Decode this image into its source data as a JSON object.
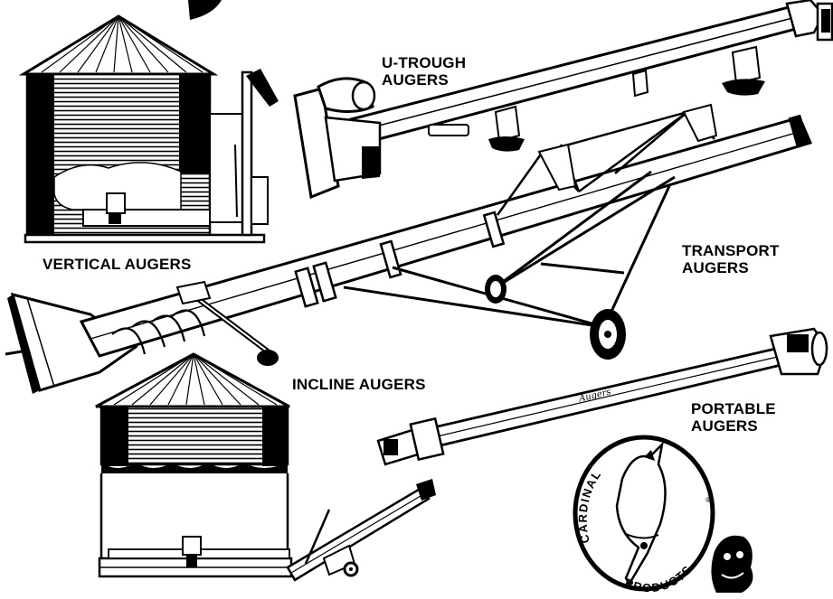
{
  "labels": {
    "vertical": "VERTICAL AUGERS",
    "utrough_line1": "U-TROUGH",
    "utrough_line2": "AUGERS",
    "transport_line1": "TRANSPORT",
    "transport_line2": "AUGERS",
    "incline": "INCLINE AUGERS",
    "portable_line1": "PORTABLE",
    "portable_line2": "AUGERS"
  },
  "badge": {
    "text": "CARDINAL PRODUCTS",
    "trademark": "®"
  },
  "auger_brand": "Augers",
  "colors": {
    "ink": "#000000",
    "paper": "#ffffff"
  },
  "icons": [
    "grain-bin-icon",
    "auger-icon",
    "cardinal-bird-icon",
    "transport-wheel-icon"
  ]
}
